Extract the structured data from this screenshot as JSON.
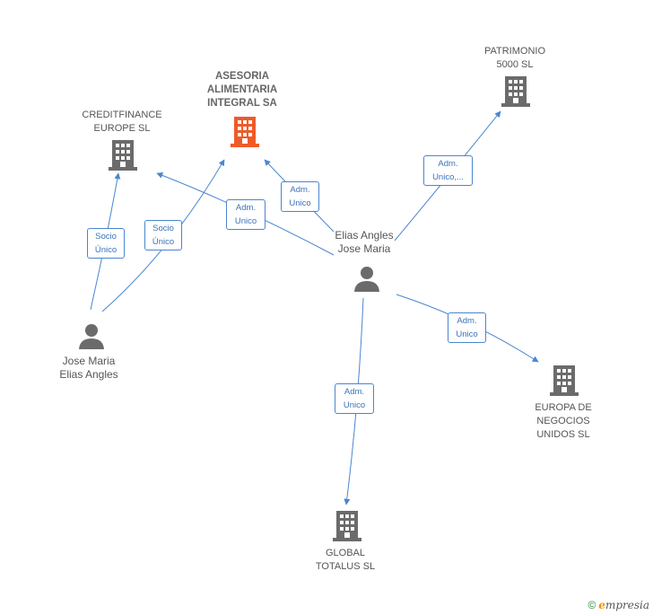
{
  "colors": {
    "edge": "#4a86d0",
    "building": "#6b6b6b",
    "building_main": "#f05a28",
    "person": "#6b6b6b"
  },
  "nodes": {
    "asesoria": {
      "label": "ASESORIA\nALIMENTARIA\nINTEGRAL SA",
      "icon": "building-icon"
    },
    "creditfinance": {
      "label": "CREDITFINANCE\nEUROPE SL",
      "icon": "building-icon"
    },
    "patrimonio": {
      "label": "PATRIMONIO\n5000 SL",
      "icon": "building-icon"
    },
    "europa": {
      "label": "EUROPA DE\nNEGOCIOS\nUNIDOS  SL",
      "icon": "building-icon"
    },
    "global": {
      "label": "GLOBAL\nTOTALUS SL",
      "icon": "building-icon"
    },
    "elias": {
      "label": "Elias Angles\nJose Maria",
      "icon": "person-icon"
    },
    "jose": {
      "label": "Jose Maria\nElias Angles",
      "icon": "person-icon"
    }
  },
  "edges": {
    "jose_creditfinance": "Socio\nÚnico",
    "jose_asesoria": "Socio\nÚnico",
    "elias_creditfinance": "Adm.\nUnico",
    "elias_asesoria": "Adm.\nUnico",
    "elias_patrimonio": "Adm.\nUnico,...",
    "elias_europa": "Adm.\nUnico",
    "elias_global": "Adm.\nUnico"
  },
  "watermark": {
    "copyright": "©",
    "brand_initial": "e",
    "brand_rest": "mpresia"
  }
}
